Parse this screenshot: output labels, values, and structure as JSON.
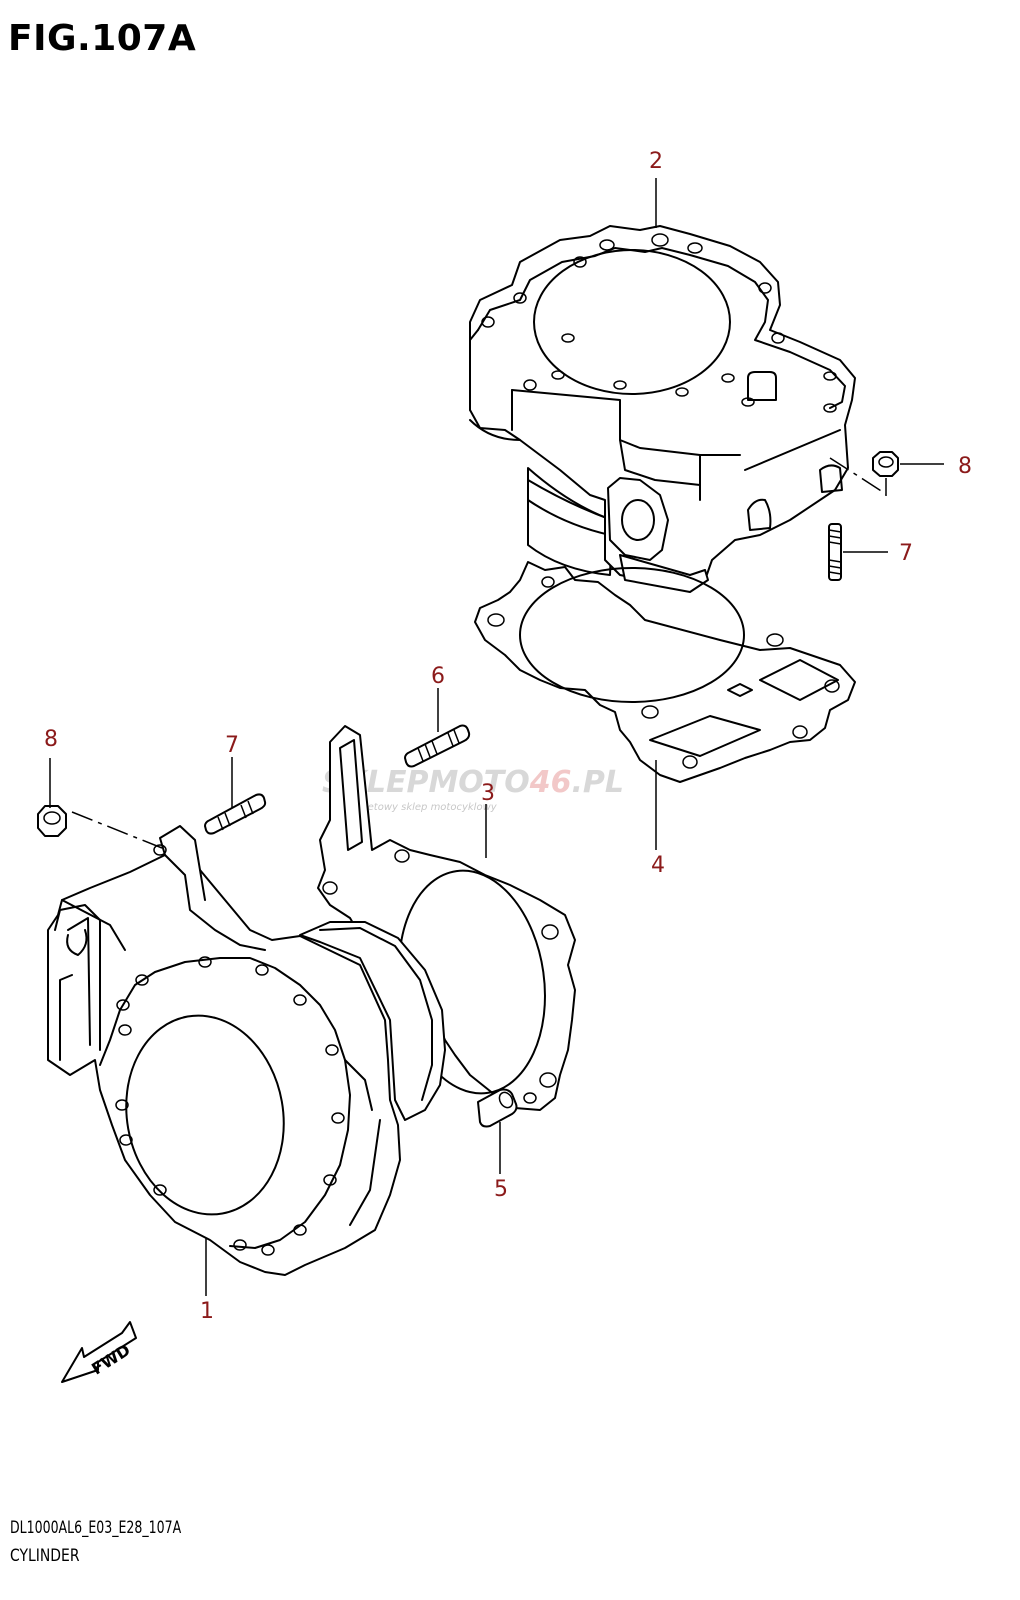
{
  "figure": {
    "title": "FIG.107A",
    "model_code": "DL1000AL6_E03_E28_107A",
    "section_name": "CYLINDER"
  },
  "fwd_label": "FWD",
  "watermark": {
    "brand_part1": "SKLEPMOTO",
    "brand_part2": "46",
    "brand_part3": ".PL",
    "tagline": "internetowy sklep motocyklowy"
  },
  "callouts": [
    {
      "id": "c1",
      "label": "1"
    },
    {
      "id": "c2",
      "label": "2"
    },
    {
      "id": "c3",
      "label": "3"
    },
    {
      "id": "c4",
      "label": "4"
    },
    {
      "id": "c5",
      "label": "5"
    },
    {
      "id": "c6",
      "label": "6"
    },
    {
      "id": "c7a",
      "label": "7"
    },
    {
      "id": "c7b",
      "label": "7"
    },
    {
      "id": "c8a",
      "label": "8"
    },
    {
      "id": "c8b",
      "label": "8"
    }
  ],
  "colors": {
    "callout_text": "#8b1a1a",
    "line_art": "#000000",
    "watermark_gray": "#d8d8d8",
    "watermark_red": "#f2c8c8"
  }
}
